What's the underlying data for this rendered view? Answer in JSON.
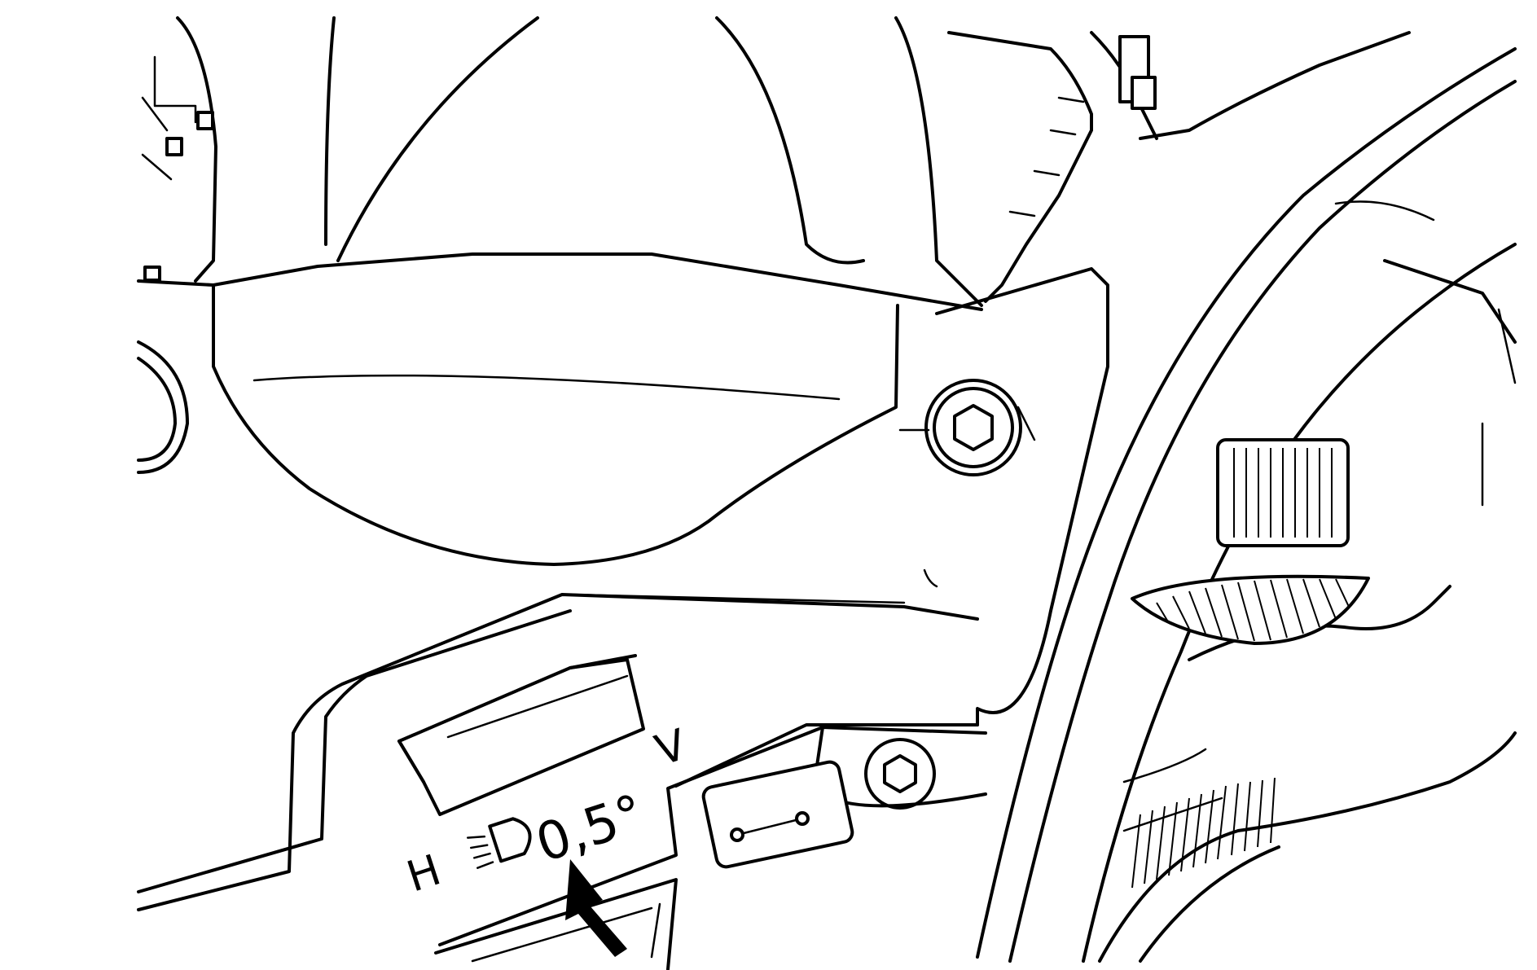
{
  "labels": {
    "horizontal": "H",
    "vertical": "V",
    "angle": "0,5°"
  },
  "icons": {
    "headlamp": "headlamp-low-beam-icon",
    "arrow": "pointer-arrow-icon"
  },
  "colors": {
    "line": "#000000",
    "background": "#ffffff"
  }
}
